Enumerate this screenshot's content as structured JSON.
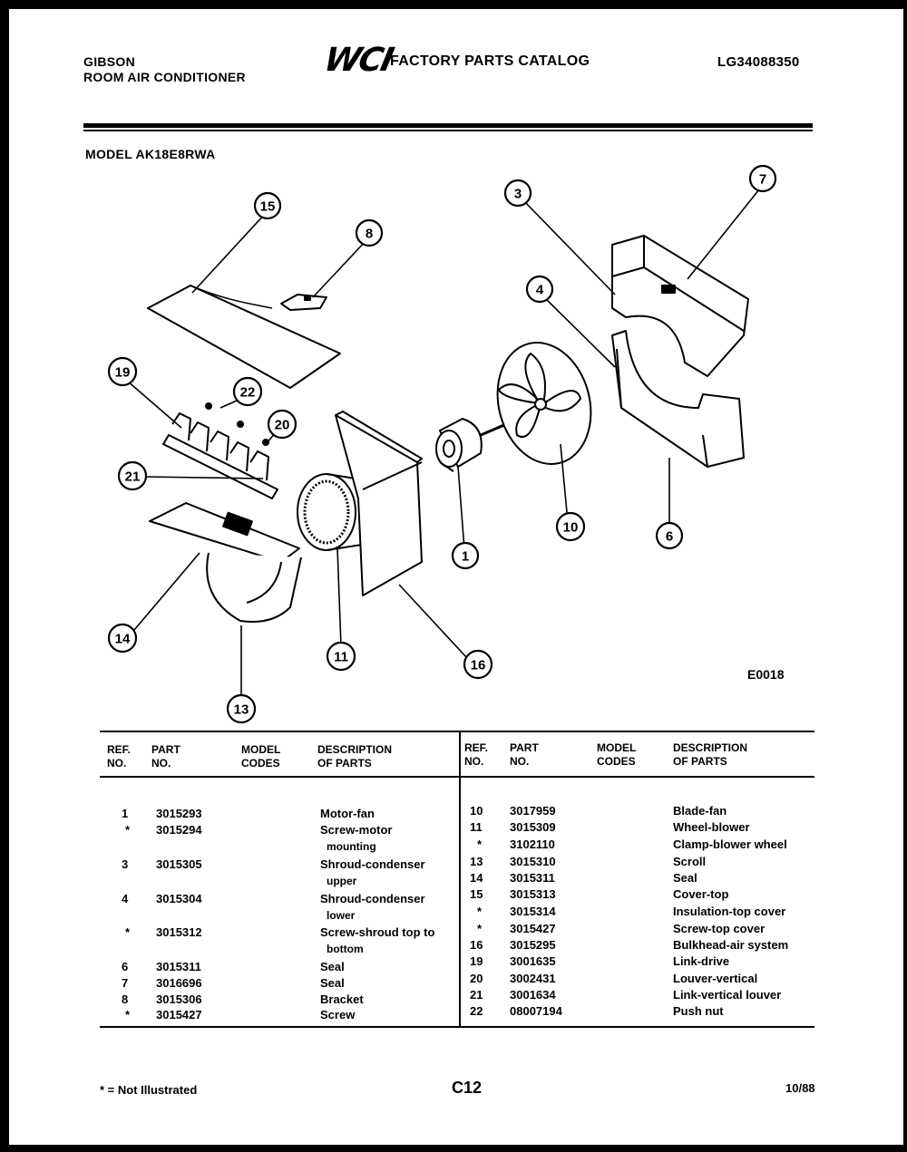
{
  "header": {
    "brand_line1": "GIBSON",
    "brand_line2": "ROOM AIR CONDITIONER",
    "logo": "WCI",
    "catalog_title": "FACTORY PARTS CATALOG",
    "catalog_number": "LG34088350"
  },
  "model_label": "MODEL AK18E8RWA",
  "figure": {
    "code": "E0018",
    "callouts": [
      "15",
      "8",
      "3",
      "7",
      "4",
      "19",
      "22",
      "20",
      "21",
      "10",
      "6",
      "1",
      "14",
      "11",
      "16",
      "13"
    ]
  },
  "table_headers": {
    "ref_no": [
      "REF.",
      "NO."
    ],
    "part_no": [
      "PART",
      "NO."
    ],
    "model_codes": [
      "MODEL",
      "CODES"
    ],
    "description": [
      "DESCRIPTION",
      "OF PARTS"
    ]
  },
  "parts_left": [
    {
      "ref": "1",
      "part": "3015293",
      "desc": "Motor-fan",
      "desc2": ""
    },
    {
      "ref": "*",
      "part": "3015294",
      "desc": "Screw-motor",
      "desc2": "mounting"
    },
    {
      "ref": "3",
      "part": "3015305",
      "desc": "Shroud-condenser",
      "desc2": "upper"
    },
    {
      "ref": "4",
      "part": "3015304",
      "desc": "Shroud-condenser",
      "desc2": "lower"
    },
    {
      "ref": "*",
      "part": "3015312",
      "desc": "Screw-shroud top to",
      "desc2": "bottom"
    },
    {
      "ref": "6",
      "part": "3015311",
      "desc": "Seal",
      "desc2": ""
    },
    {
      "ref": "7",
      "part": "3016696",
      "desc": "Seal",
      "desc2": ""
    },
    {
      "ref": "8",
      "part": "3015306",
      "desc": "Bracket",
      "desc2": ""
    },
    {
      "ref": "*",
      "part": "3015427",
      "desc": "Screw",
      "desc2": ""
    }
  ],
  "parts_right": [
    {
      "ref": "10",
      "part": "3017959",
      "desc": "Blade-fan"
    },
    {
      "ref": "11",
      "part": "3015309",
      "desc": "Wheel-blower"
    },
    {
      "ref": "*",
      "part": "3102110",
      "desc": "Clamp-blower wheel"
    },
    {
      "ref": "13",
      "part": "3015310",
      "desc": "Scroll"
    },
    {
      "ref": "14",
      "part": "3015311",
      "desc": "Seal"
    },
    {
      "ref": "15",
      "part": "3015313",
      "desc": "Cover-top"
    },
    {
      "ref": "*",
      "part": "3015314",
      "desc": "Insulation-top cover"
    },
    {
      "ref": "*",
      "part": "3015427",
      "desc": "Screw-top cover"
    },
    {
      "ref": "16",
      "part": "3015295",
      "desc": "Bulkhead-air system"
    },
    {
      "ref": "19",
      "part": "3001635",
      "desc": "Link-drive"
    },
    {
      "ref": "20",
      "part": "3002431",
      "desc": "Louver-vertical"
    },
    {
      "ref": "21",
      "part": "3001634",
      "desc": "Link-vertical louver"
    },
    {
      "ref": "22",
      "part": "08007194",
      "desc": "Push nut"
    }
  ],
  "footer": {
    "footnote": "* = Not Illustrated",
    "page": "C12",
    "date": "10/88"
  }
}
